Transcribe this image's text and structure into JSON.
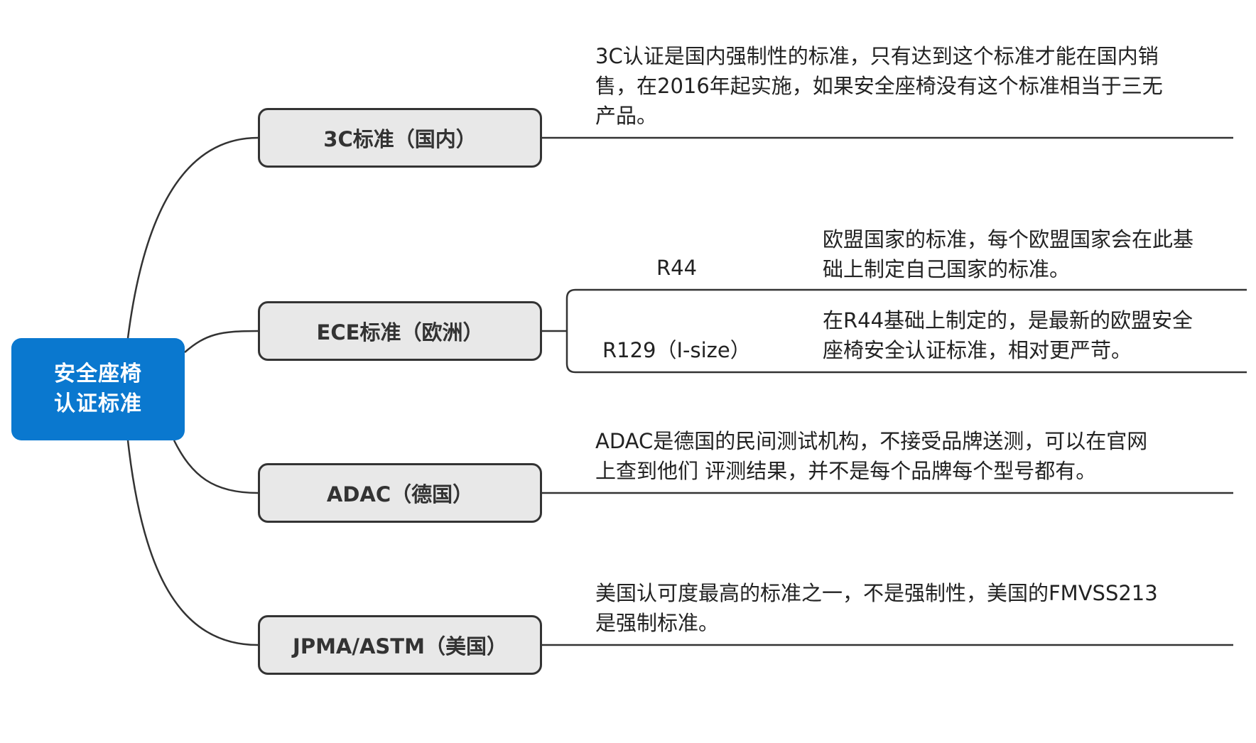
{
  "root": {
    "line1": "安全座椅",
    "line2": "认证标准"
  },
  "branches": [
    {
      "label": "3C标准（国内）",
      "description_lines": [
        "3C认证是国内强制性的标准，只有达到这个标准才能在国内销",
        "售，在2016年起实施，如果安全座椅没有这个标准相当于三无",
        "产品。"
      ]
    },
    {
      "label": "ECE标准（欧洲）",
      "children": [
        {
          "label": "R44",
          "description_lines": [
            "欧盟国家的标准，每个欧盟国家会在此基",
            "础上制定自己国家的标准。"
          ]
        },
        {
          "label": "R129（I-size）",
          "description_lines": [
            "在R44基础上制定的，是最新的欧盟安全",
            "座椅安全认证标准，相对更严苛。"
          ]
        }
      ]
    },
    {
      "label": "ADAC（德国）",
      "description_lines": [
        "ADAC是德国的民间测试机构，不接受品牌送测，可以在官网",
        "上查到他们 评测结果，并不是每个品牌每个型号都有。"
      ]
    },
    {
      "label": "JPMA/ASTM（美国）",
      "description_lines": [
        "美国认可度最高的标准之一，不是强制性，美国的FMVSS213",
        "是强制标准。"
      ]
    }
  ],
  "colors": {
    "root_fill": "#0a78cf",
    "node_fill": "#e8e8e8",
    "node_border": "#333333",
    "line": "#333333"
  }
}
